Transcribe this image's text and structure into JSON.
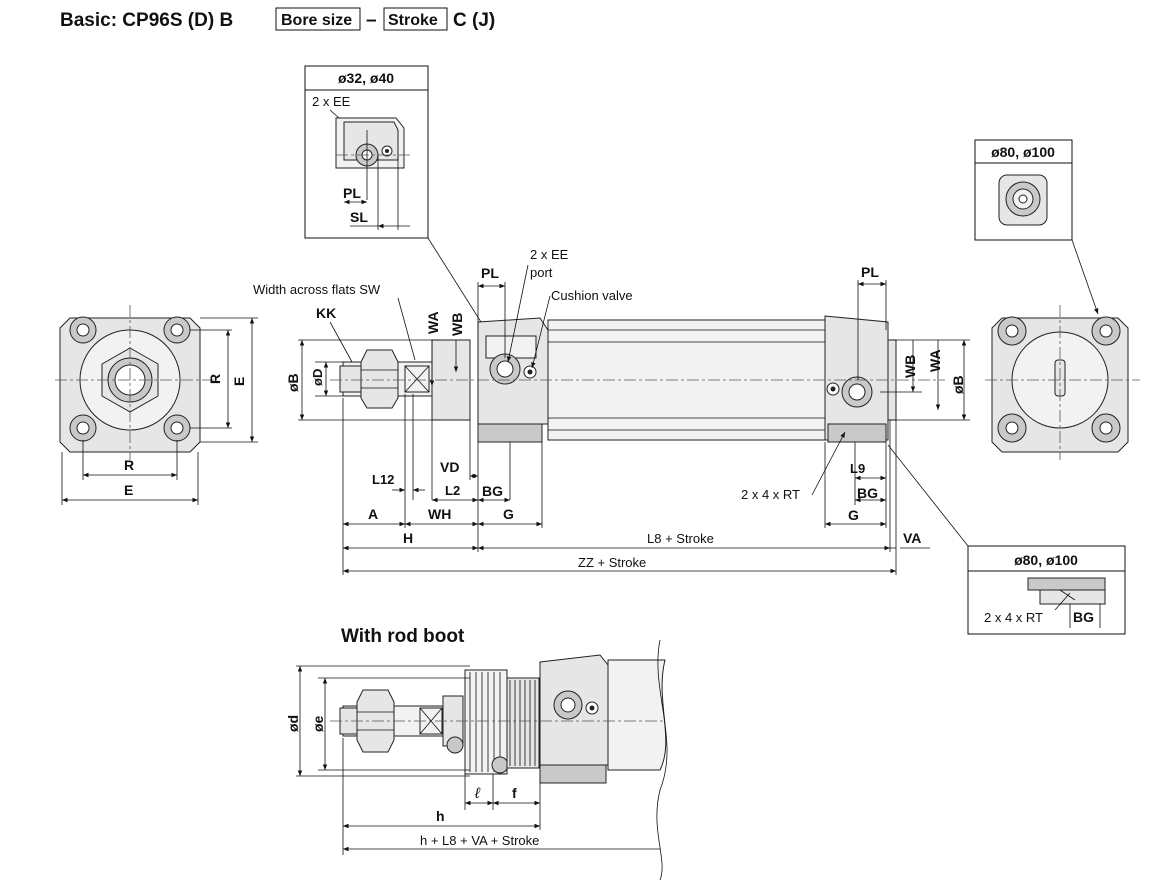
{
  "header": {
    "prefix": "Basic: CP96S (D) B",
    "bore_box": "Bore size",
    "dash": "–",
    "stroke_box": "Stroke",
    "suffix": "C (J)"
  },
  "insets": {
    "bore32_40": {
      "title": "ø32, ø40",
      "ports": "2 x EE",
      "pl": "PL",
      "sl": "SL"
    },
    "bore80_100_top": {
      "title": "ø80, ø100"
    },
    "bore80_100_bottom": {
      "title": "ø80, ø100",
      "rt": "2 x 4 x RT",
      "bg": "BG"
    }
  },
  "main": {
    "width_across_flats": "Width across flats SW",
    "kk": "KK",
    "wa": "WA",
    "wb": "WB",
    "pl": "PL",
    "ee_port": "2 x EE",
    "port_word": "port",
    "cushion_valve": "Cushion valve",
    "pl_right": "PL",
    "wb_right": "WB",
    "wa_right": "WA",
    "b_left": "øB",
    "d_left": "øD",
    "b_right": "øB",
    "vd": "VD",
    "l12": "L12",
    "l2": "L2",
    "bg": "BG",
    "a": "A",
    "wh": "WH",
    "g": "G",
    "h": "H",
    "l8_stroke": "L8 + Stroke",
    "zz_stroke": "ZZ + Stroke",
    "va": "VA",
    "l9": "L9",
    "bg_right": "BG",
    "rt": "2 x 4 x RT",
    "g_right": "G"
  },
  "end_views": {
    "left": {
      "r_vert": "R",
      "e_vert": "E",
      "r_horiz": "R",
      "e_horiz": "E"
    }
  },
  "rod_boot": {
    "title": "With rod boot",
    "d": "ød",
    "e": "øe",
    "l": "ℓ",
    "f": "f",
    "h": "h",
    "total": "h + L8 + VA + Stroke"
  }
}
